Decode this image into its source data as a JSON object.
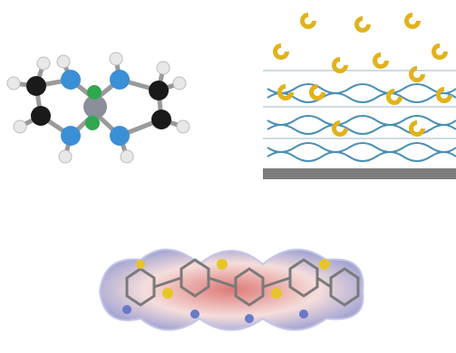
{
  "figure": {
    "panels": [
      {
        "id": "metal-complex",
        "kind": "ball-and-stick molecular model"
      },
      {
        "id": "dna-surface",
        "kind": "DNA monolayer with bound crescent ligands"
      },
      {
        "id": "esp-oligomer",
        "kind": "electrostatic potential surface of fused-ring oligomer"
      }
    ],
    "colors": {
      "carbon": "#1a1a1a",
      "hydrogen": "#e8e8e8",
      "nitrogen": "#3b8fd6",
      "metal": "#8a8f99",
      "chlorine": "#2fa84f",
      "ligand": "#e2b21c",
      "dna_backbone": "#4a8fb5",
      "dna_base": "#9fb7c4",
      "substrate": "#7d7d7d",
      "esp_positive": "#7f86c9",
      "esp_negative": "#d9635f",
      "sulfur": "#e7c52a"
    }
  }
}
